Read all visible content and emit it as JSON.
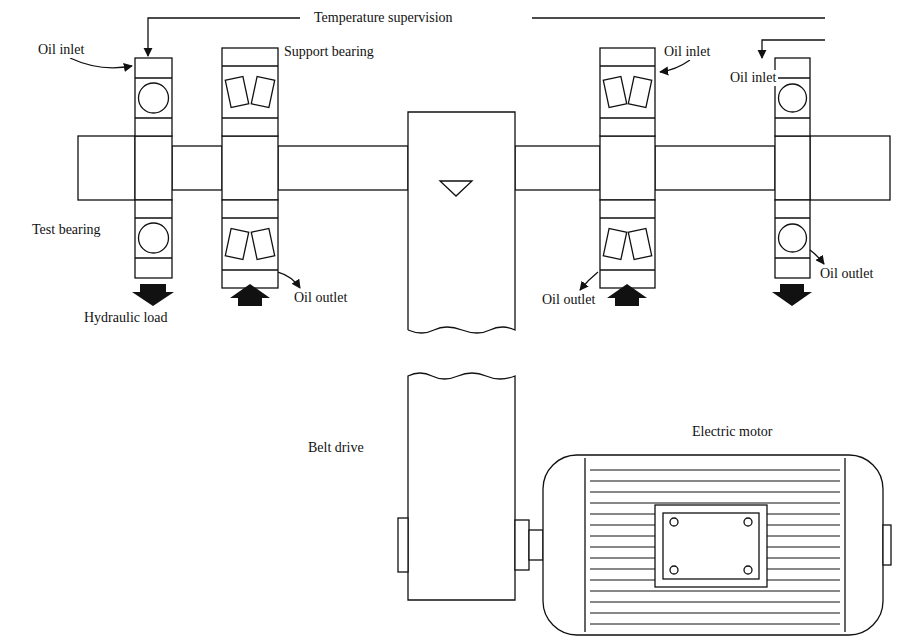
{
  "diagram": {
    "labels": [
      "Temperature supervision",
      "Oil inlet",
      "Support bearing",
      "Oil inlet",
      "Oil inlet",
      "Test bearing",
      "Hydraulic load",
      "Oil outlet",
      "Oil outlet",
      "Oil outlet",
      "Belt drive",
      "Electric motor"
    ]
  }
}
